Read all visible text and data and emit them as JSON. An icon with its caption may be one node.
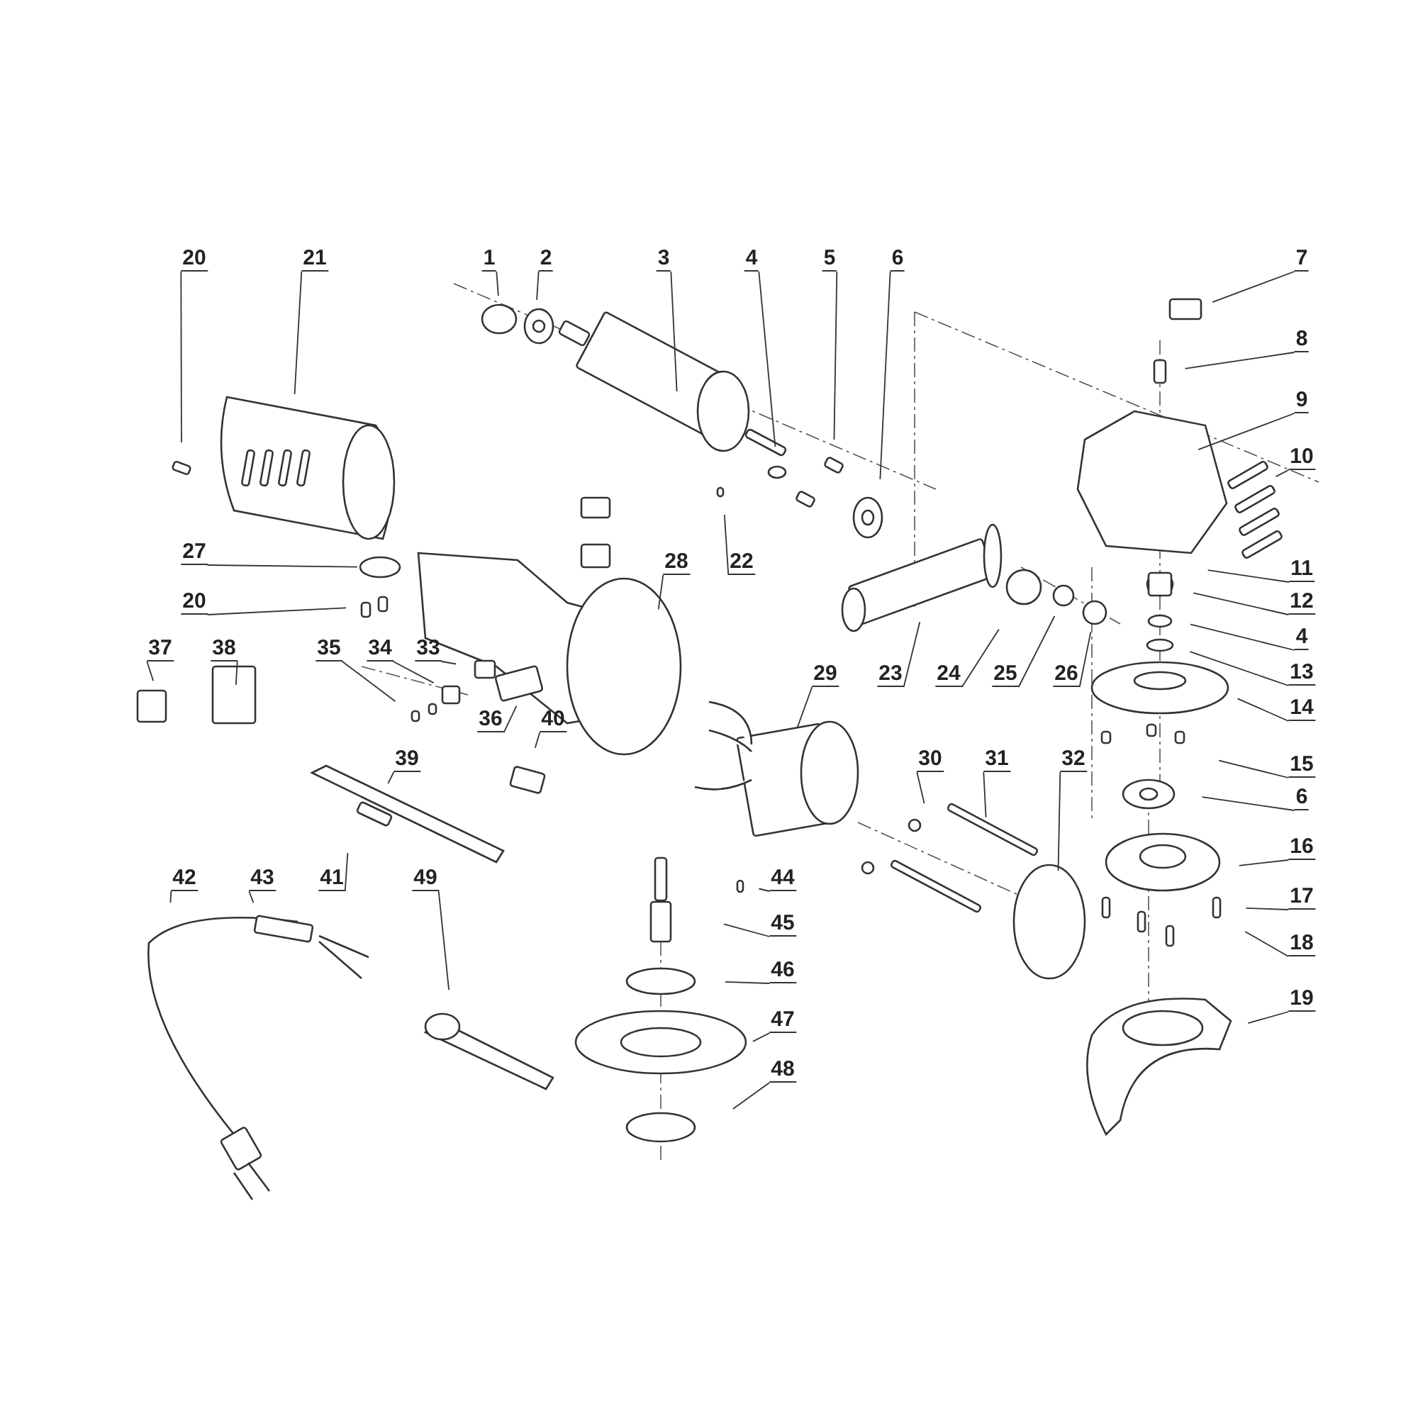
{
  "diagram": {
    "nodes": [
      {
        "text": [
          "20"
        ]
      },
      {
        "text": [
          "21"
        ]
      },
      {
        "text": [
          "1"
        ]
      },
      {
        "text": [
          "2"
        ]
      },
      {
        "text": [
          "3"
        ]
      },
      {
        "text": [
          "4"
        ]
      },
      {
        "text": [
          "5"
        ]
      },
      {
        "text": [
          "6"
        ]
      },
      {
        "text": [
          "7"
        ]
      },
      {
        "text": [
          "8"
        ]
      },
      {
        "text": [
          "9"
        ]
      },
      {
        "text": [
          "10"
        ]
      },
      {
        "text": [
          "11"
        ]
      },
      {
        "text": [
          "12"
        ]
      },
      {
        "text": [
          "4"
        ]
      },
      {
        "text": [
          "13"
        ]
      },
      {
        "text": [
          "14"
        ]
      },
      {
        "text": [
          "15"
        ]
      },
      {
        "text": [
          "6"
        ]
      },
      {
        "text": [
          "16"
        ]
      },
      {
        "text": [
          "17"
        ]
      },
      {
        "text": [
          "18"
        ]
      },
      {
        "text": [
          "19"
        ]
      },
      {
        "text": [
          "27"
        ]
      },
      {
        "text": [
          "20"
        ]
      },
      {
        "text": [
          "28"
        ]
      },
      {
        "text": [
          "22"
        ]
      },
      {
        "text": [
          "37"
        ]
      },
      {
        "text": [
          "38"
        ]
      },
      {
        "text": [
          "35"
        ]
      },
      {
        "text": [
          "34"
        ]
      },
      {
        "text": [
          "33"
        ]
      },
      {
        "text": [
          "29"
        ]
      },
      {
        "text": [
          "23"
        ]
      },
      {
        "text": [
          "24"
        ]
      },
      {
        "text": [
          "25"
        ]
      },
      {
        "text": [
          "26"
        ]
      },
      {
        "text": [
          "36"
        ]
      },
      {
        "text": [
          "40"
        ]
      },
      {
        "text": [
          "39"
        ]
      },
      {
        "text": [
          "30"
        ]
      },
      {
        "text": [
          "31"
        ]
      },
      {
        "text": [
          "32"
        ]
      },
      {
        "text": [
          "41"
        ]
      },
      {
        "text": [
          "49"
        ]
      },
      {
        "text": [
          "42"
        ]
      },
      {
        "text": [
          "43"
        ]
      },
      {
        "text": [
          "44"
        ]
      },
      {
        "text": [
          "45"
        ]
      },
      {
        "text": [
          "46"
        ]
      },
      {
        "text": [
          "47"
        ]
      },
      {
        "text": [
          "48"
        ]
      }
    ],
    "edges": [
      {
        "from": 0,
        "to": null,
        "arrow": "none"
      },
      {
        "from": 1,
        "to": null,
        "arrow": "none"
      },
      {
        "from": 2,
        "to": null,
        "arrow": "none"
      },
      {
        "from": 3,
        "to": null,
        "arrow": "none"
      },
      {
        "from": 4,
        "to": null,
        "arrow": "none"
      },
      {
        "from": 5,
        "to": null,
        "arrow": "none"
      },
      {
        "from": 6,
        "to": null,
        "arrow": "none"
      },
      {
        "from": 7,
        "to": null,
        "arrow": "none"
      },
      {
        "from": 8,
        "to": null,
        "arrow": "none"
      },
      {
        "from": 9,
        "to": null,
        "arrow": "none"
      },
      {
        "from": 10,
        "to": null,
        "arrow": "none"
      },
      {
        "from": 11,
        "to": null,
        "arrow": "none"
      },
      {
        "from": 12,
        "to": null,
        "arrow": "none"
      },
      {
        "from": 13,
        "to": null,
        "arrow": "none"
      },
      {
        "from": 14,
        "to": null,
        "arrow": "none"
      },
      {
        "from": 15,
        "to": null,
        "arrow": "none"
      },
      {
        "from": 16,
        "to": null,
        "arrow": "none"
      },
      {
        "from": 17,
        "to": null,
        "arrow": "none"
      },
      {
        "from": 18,
        "to": null,
        "arrow": "none"
      },
      {
        "from": 19,
        "to": null,
        "arrow": "none"
      },
      {
        "from": 20,
        "to": null,
        "arrow": "none"
      },
      {
        "from": 21,
        "to": null,
        "arrow": "none"
      },
      {
        "from": 22,
        "to": null,
        "arrow": "none"
      },
      {
        "from": 23,
        "to": null,
        "arrow": "none"
      },
      {
        "from": 24,
        "to": null,
        "arrow": "none"
      },
      {
        "from": 25,
        "to": null,
        "arrow": "none"
      },
      {
        "from": 26,
        "to": null,
        "arrow": "none"
      },
      {
        "from": 27,
        "to": null,
        "arrow": "none"
      },
      {
        "from": 28,
        "to": null,
        "arrow": "none"
      },
      {
        "from": 29,
        "to": null,
        "arrow": "none"
      },
      {
        "from": 30,
        "to": null,
        "arrow": "none"
      },
      {
        "from": 31,
        "to": null,
        "arrow": "none"
      },
      {
        "from": 32,
        "to": null,
        "arrow": "none"
      },
      {
        "from": 33,
        "to": null,
        "arrow": "none"
      },
      {
        "from": 34,
        "to": null,
        "arrow": "none"
      },
      {
        "from": 35,
        "to": null,
        "arrow": "none"
      },
      {
        "from": 36,
        "to": null,
        "arrow": "none"
      },
      {
        "from": 37,
        "to": null,
        "arrow": "none"
      },
      {
        "from": 38,
        "to": null,
        "arrow": "none"
      },
      {
        "from": 39,
        "to": null,
        "arrow": "none"
      },
      {
        "from": 40,
        "to": null,
        "arrow": "none"
      },
      {
        "from": 41,
        "to": null,
        "arrow": "none"
      },
      {
        "from": 42,
        "to": null,
        "arrow": "none"
      },
      {
        "from": 43,
        "to": null,
        "arrow": "none"
      },
      {
        "from": 44,
        "to": null,
        "arrow": "none"
      },
      {
        "from": 45,
        "to": null,
        "arrow": "none"
      },
      {
        "from": 46,
        "to": null,
        "arrow": "none"
      },
      {
        "from": 47,
        "to": null,
        "arrow": "none"
      },
      {
        "from": 48,
        "to": null,
        "arrow": "none"
      },
      {
        "from": 49,
        "to": null,
        "arrow": "none"
      },
      {
        "from": 50,
        "to": null,
        "arrow": "none"
      },
      {
        "from": 51,
        "to": null,
        "arrow": "none"
      }
    ]
  }
}
